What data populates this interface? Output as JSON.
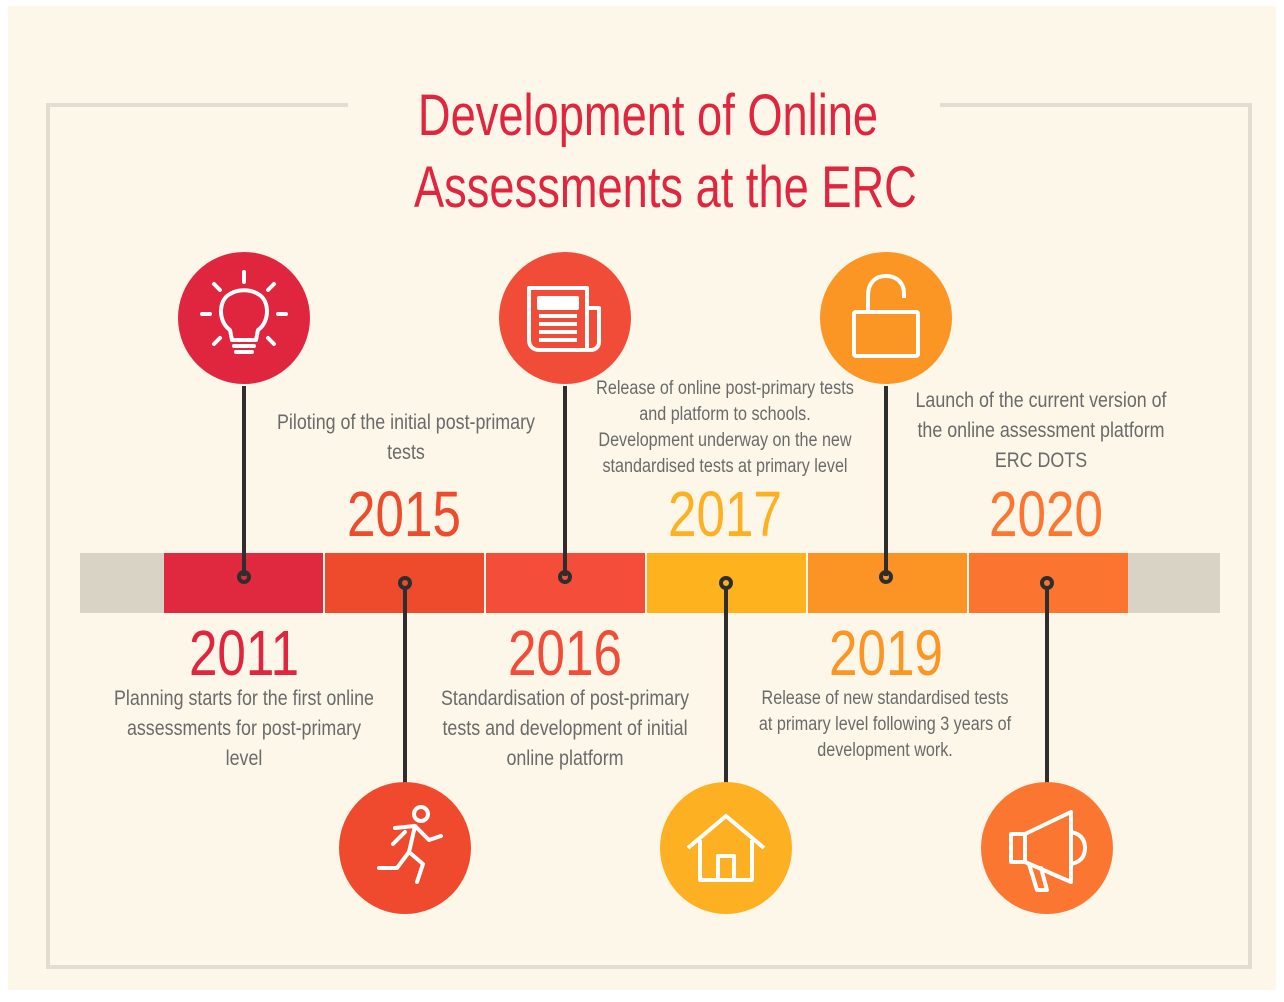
{
  "title": {
    "line1": "Development of Online",
    "line2": "Assessments at the ERC"
  },
  "colors": {
    "title": "#e0263f",
    "background": "#fdf7e9",
    "bar_end": "#d8d3c4",
    "stem": "#2e2e2e",
    "description_text": "#6a6a6a"
  },
  "milestones": [
    {
      "year": "2011",
      "description": "Planning starts for the first online assessments for post-primary level",
      "icon": "lightbulb-icon",
      "color": "#e0263f"
    },
    {
      "year": "2015",
      "description": "Piloting of the initial post-primary tests",
      "icon": "running-person-icon",
      "color": "#f04a2e"
    },
    {
      "year": "2016",
      "description": "Standardisation of post-primary tests and development of initial online platform",
      "icon": "newspaper-icon",
      "color": "#f04c37"
    },
    {
      "year": "2017",
      "description": "Release of online post-primary tests and platform to schools. Development underway on the new standardised tests at primary level",
      "icon": "house-icon",
      "color": "#fdb021"
    },
    {
      "year": "2019",
      "description": "Release of new standardised tests at primary level following 3 years of development work.",
      "icon": "unlocked-padlock-icon",
      "color": "#fb9524"
    },
    {
      "year": "2020",
      "description": "Launch of the current version of the online assessment platform ERC DOTS",
      "icon": "megaphone-icon",
      "color": "#fb7630"
    }
  ]
}
